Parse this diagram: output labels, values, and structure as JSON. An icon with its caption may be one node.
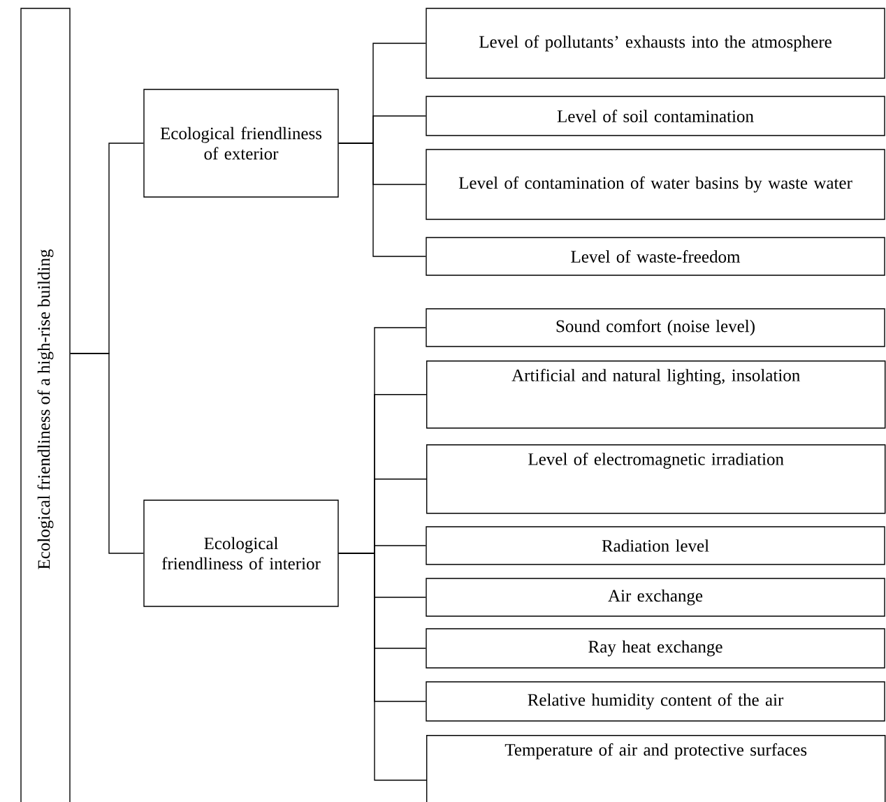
{
  "diagram": {
    "nodes": [
      {
        "text": [
          "Ecological friendliness of a high-rise building"
        ]
      },
      {
        "text": [
          "Ecological friendliness of exterior"
        ]
      },
      {
        "text": [
          "Level of pollutants’ exhausts into the atmosphere"
        ]
      },
      {
        "text": [
          "Level of soil contamination"
        ]
      },
      {
        "text": [
          "Level of contamination of water basins by waste water"
        ]
      },
      {
        "text": [
          "Level of waste-freedom"
        ]
      },
      {
        "text": [
          "Ecological friendliness of interior"
        ]
      },
      {
        "text": [
          "Sound comfort (noise level)"
        ]
      },
      {
        "text": [
          "Artificial and natural lighting, insolation"
        ]
      },
      {
        "text": [
          "Level of electromagnetic irradiation"
        ]
      },
      {
        "text": [
          "Radiation level"
        ]
      },
      {
        "text": [
          "Air exchange"
        ]
      },
      {
        "text": [
          "Ray heat exchange"
        ]
      },
      {
        "text": [
          "Relative humidity content of the air"
        ]
      },
      {
        "text": [
          "Temperature of air and protective surfaces"
        ]
      }
    ],
    "edges": [
      {
        "from": 0,
        "to": 1,
        "arrow": "none"
      },
      {
        "from": 0,
        "to": 6,
        "arrow": "none"
      },
      {
        "from": 1,
        "to": 2,
        "arrow": "none"
      },
      {
        "from": 1,
        "to": 3,
        "arrow": "none"
      },
      {
        "from": 1,
        "to": 4,
        "arrow": "none"
      },
      {
        "from": 1,
        "to": 5,
        "arrow": "none"
      },
      {
        "from": 6,
        "to": 7,
        "arrow": "none"
      },
      {
        "from": 6,
        "to": 8,
        "arrow": "none"
      },
      {
        "from": 6,
        "to": 9,
        "arrow": "none"
      },
      {
        "from": 6,
        "to": 10,
        "arrow": "none"
      },
      {
        "from": 6,
        "to": 11,
        "arrow": "none"
      },
      {
        "from": 6,
        "to": 12,
        "arrow": "none"
      },
      {
        "from": 6,
        "to": 13,
        "arrow": "none"
      },
      {
        "from": 6,
        "to": 14,
        "arrow": "none"
      }
    ]
  }
}
